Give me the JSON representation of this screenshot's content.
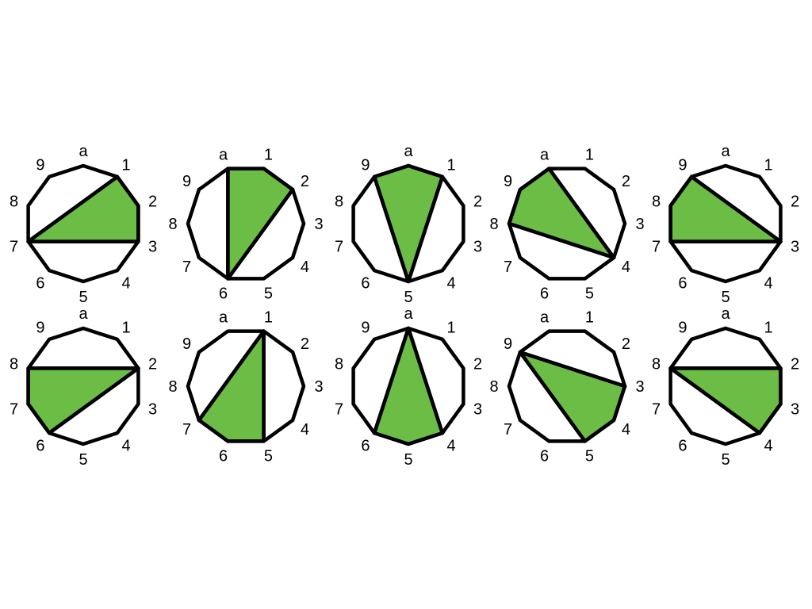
{
  "vertex_labels": [
    "a",
    "1",
    "2",
    "3",
    "4",
    "5",
    "6",
    "7",
    "8",
    "9"
  ],
  "fill_color": "#6cbd45",
  "stroke_color": "#000000",
  "panels": [
    {
      "rotation_steps": 0,
      "shaded": [
        "1",
        "2",
        "3",
        "7"
      ]
    },
    {
      "rotation_steps": -1,
      "shaded": [
        "a",
        "1",
        "2",
        "6"
      ]
    },
    {
      "rotation_steps": 0,
      "shaded": [
        "9",
        "a",
        "1",
        "5"
      ]
    },
    {
      "rotation_steps": -1,
      "shaded": [
        "8",
        "9",
        "a",
        "4"
      ]
    },
    {
      "rotation_steps": 0,
      "shaded": [
        "7",
        "8",
        "9",
        "3"
      ]
    },
    {
      "rotation_steps": 0,
      "shaded": [
        "6",
        "7",
        "8",
        "2"
      ]
    },
    {
      "rotation_steps": -1,
      "shaded": [
        "5",
        "6",
        "7",
        "1"
      ]
    },
    {
      "rotation_steps": 0,
      "shaded": [
        "4",
        "5",
        "6",
        "a"
      ]
    },
    {
      "rotation_steps": -1,
      "shaded": [
        "3",
        "4",
        "5",
        "9"
      ]
    },
    {
      "rotation_steps": 0,
      "shaded": [
        "2",
        "3",
        "4",
        "8"
      ]
    }
  ]
}
